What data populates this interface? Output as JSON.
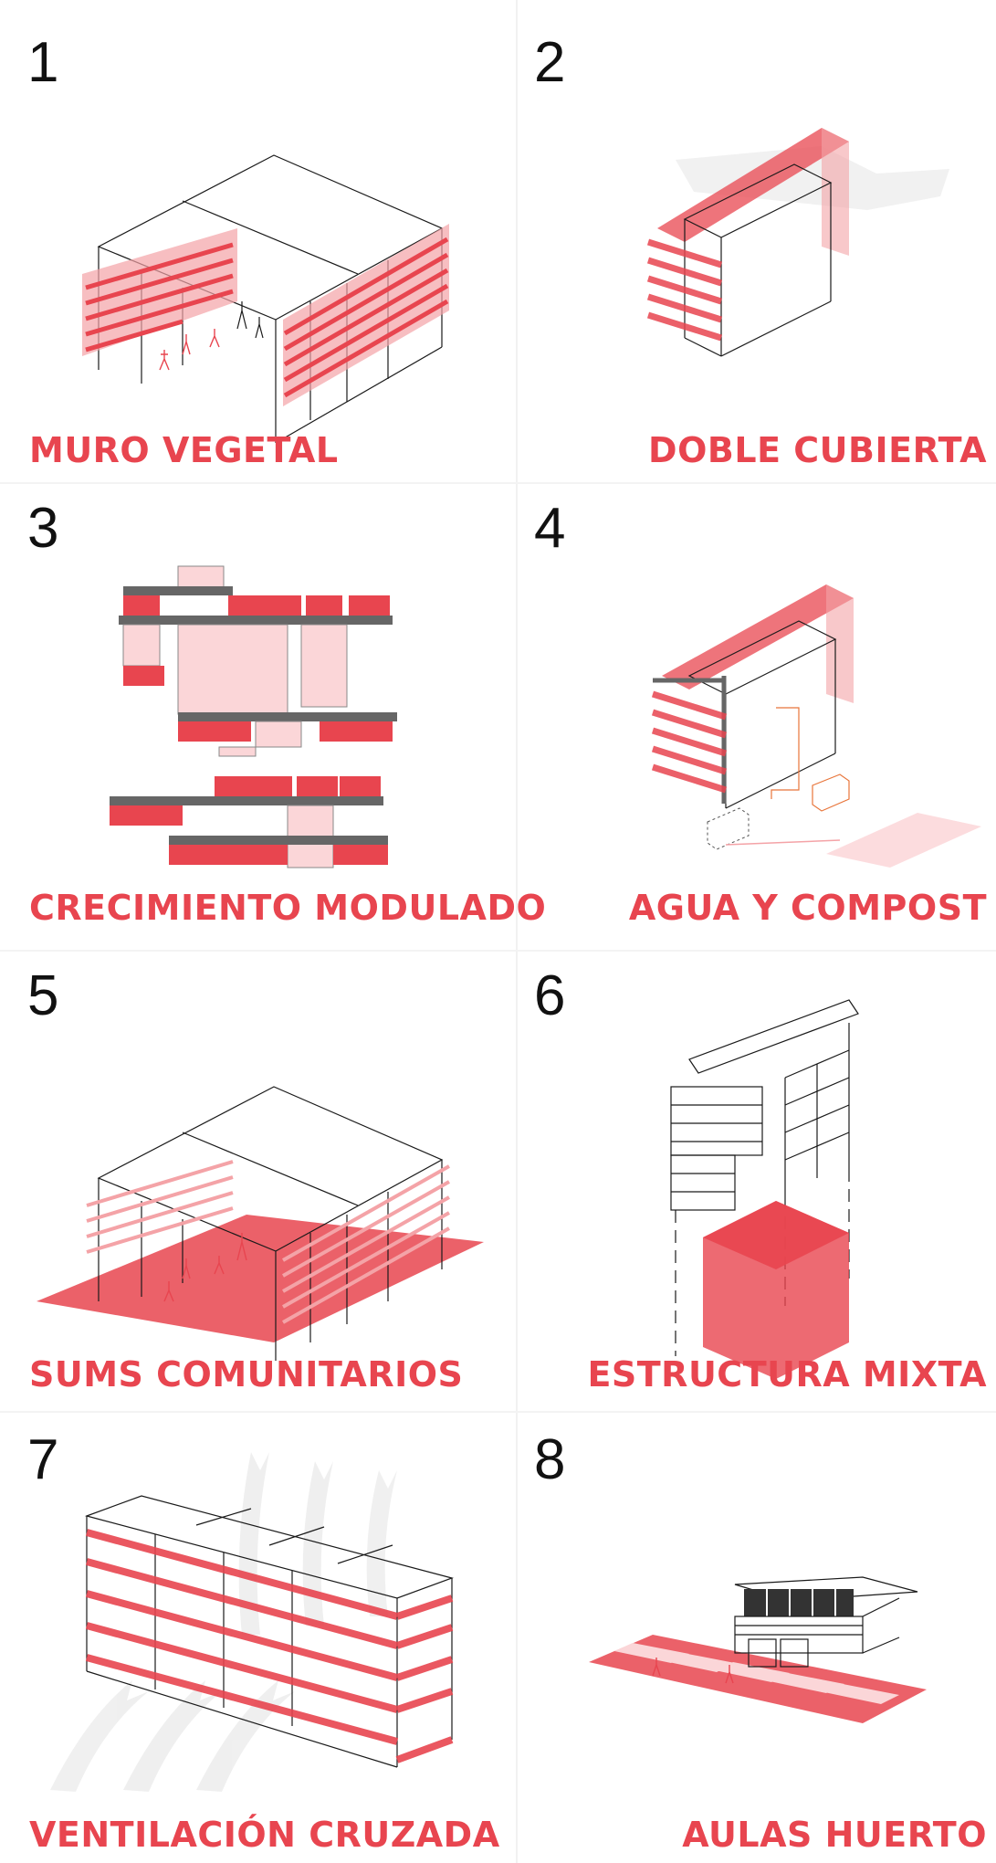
{
  "panels": [
    {
      "number": "1",
      "title": "MURO VEGETAL"
    },
    {
      "number": "2",
      "title": "DOBLE CUBIERTA"
    },
    {
      "number": "3",
      "title": "CRECIMIENTO MODULADO"
    },
    {
      "number": "4",
      "title": "AGUA Y COMPOST"
    },
    {
      "number": "5",
      "title": "SUMS COMUNITARIOS"
    },
    {
      "number": "6",
      "title": "ESTRUCTURA MIXTA"
    },
    {
      "number": "7",
      "title": "VENTILACIÓN CRUZADA"
    },
    {
      "number": "8",
      "title": "AULAS HUERTO"
    }
  ],
  "colors": {
    "accent": "#e8454f",
    "accent_light": "#f4a3a7",
    "accent_pale": "#fbd6d8",
    "line": "#1a1a1a",
    "beam": "#666666"
  }
}
